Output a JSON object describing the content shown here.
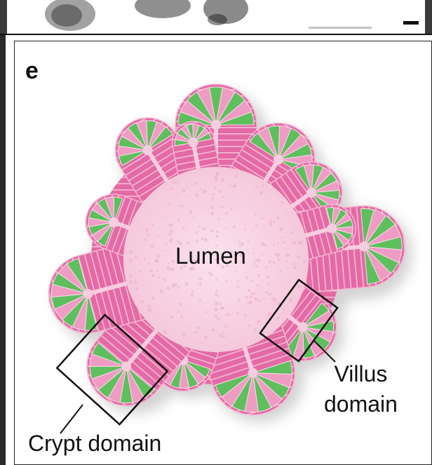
{
  "panel": {
    "letter": "e"
  },
  "labels": {
    "lumen": "Lumen",
    "villus_line1": "Villus",
    "villus_line2": "domain",
    "crypt": "Crypt domain"
  },
  "colors": {
    "epithelium_pink": "#e46aa6",
    "lumen_pink": "#f7d3e3",
    "crypt_green": "#5fbf5f",
    "shadow": "#bcbcbc",
    "outline": "#111111"
  }
}
